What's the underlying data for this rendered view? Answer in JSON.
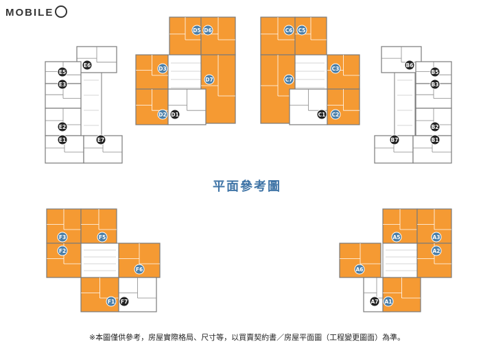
{
  "logo": {
    "text": "MOBILE"
  },
  "title": "平面參考圖",
  "note": "※本圖僅供參考，房屋實際格局、尺寸等，以買賣契約書／房屋平面圖（工程變更圖面）為準。",
  "colors": {
    "orange": "#f59a33",
    "outline": "#7a7a7a",
    "badge": "#4b7fa8",
    "badge_dark": "#222222"
  },
  "buildings": [
    {
      "id": "E",
      "units": [
        {
          "label": "E6",
          "hl": false
        },
        {
          "label": "E5",
          "hl": false
        },
        {
          "label": "E3",
          "hl": false
        },
        {
          "label": "E2",
          "hl": false
        },
        {
          "label": "E1",
          "hl": false
        },
        {
          "label": "E7",
          "hl": false
        }
      ]
    },
    {
      "id": "D",
      "units": [
        {
          "label": "D5",
          "hl": true
        },
        {
          "label": "D6",
          "hl": true
        },
        {
          "label": "D3",
          "hl": true
        },
        {
          "label": "D7",
          "hl": true
        },
        {
          "label": "D2",
          "hl": true
        },
        {
          "label": "D1",
          "hl": false
        }
      ]
    },
    {
      "id": "C",
      "units": [
        {
          "label": "C6",
          "hl": true
        },
        {
          "label": "C5",
          "hl": true
        },
        {
          "label": "C3",
          "hl": true
        },
        {
          "label": "C7",
          "hl": true
        },
        {
          "label": "C1",
          "hl": false
        },
        {
          "label": "C2",
          "hl": true
        }
      ]
    },
    {
      "id": "B",
      "units": [
        {
          "label": "B6",
          "hl": false
        },
        {
          "label": "B5",
          "hl": false
        },
        {
          "label": "B3",
          "hl": false
        },
        {
          "label": "B2",
          "hl": false
        },
        {
          "label": "B7",
          "hl": false
        },
        {
          "label": "B1",
          "hl": false
        }
      ]
    },
    {
      "id": "F",
      "units": [
        {
          "label": "F3",
          "hl": true
        },
        {
          "label": "F5",
          "hl": true
        },
        {
          "label": "F2",
          "hl": true
        },
        {
          "label": "F6",
          "hl": true
        },
        {
          "label": "F1",
          "hl": true
        },
        {
          "label": "F7",
          "hl": false
        }
      ]
    },
    {
      "id": "A",
      "units": [
        {
          "label": "A5",
          "hl": true
        },
        {
          "label": "A3",
          "hl": true
        },
        {
          "label": "A2",
          "hl": true
        },
        {
          "label": "A6",
          "hl": true
        },
        {
          "label": "A7",
          "hl": false
        },
        {
          "label": "A1",
          "hl": true
        }
      ]
    }
  ]
}
